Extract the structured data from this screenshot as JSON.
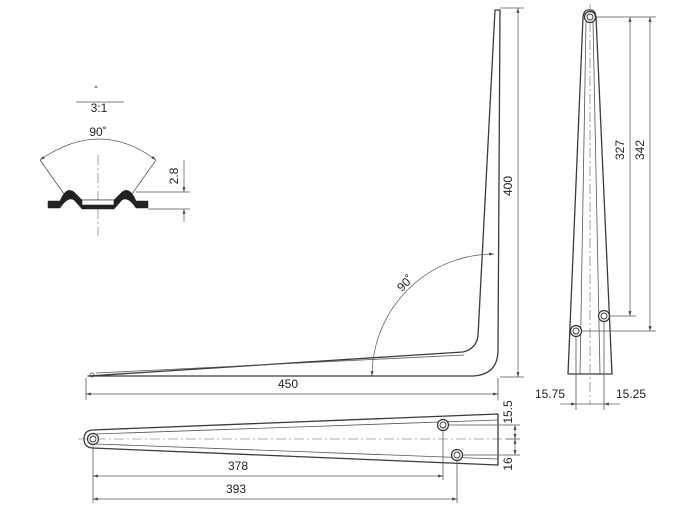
{
  "detail": {
    "dash": "-",
    "scale": "3:1",
    "angle": "90˚",
    "height": "2.8"
  },
  "side_view": {
    "angle": "90˚",
    "length": "450",
    "height": "400"
  },
  "top_view": {
    "hole_distance_1": "378",
    "hole_distance_2": "393",
    "width_top": "15.5",
    "width_bottom": "16"
  },
  "end_view": {
    "hole_distance_1": "327",
    "hole_distance_2": "342",
    "width_left": "15.75",
    "width_right": "15.25"
  }
}
